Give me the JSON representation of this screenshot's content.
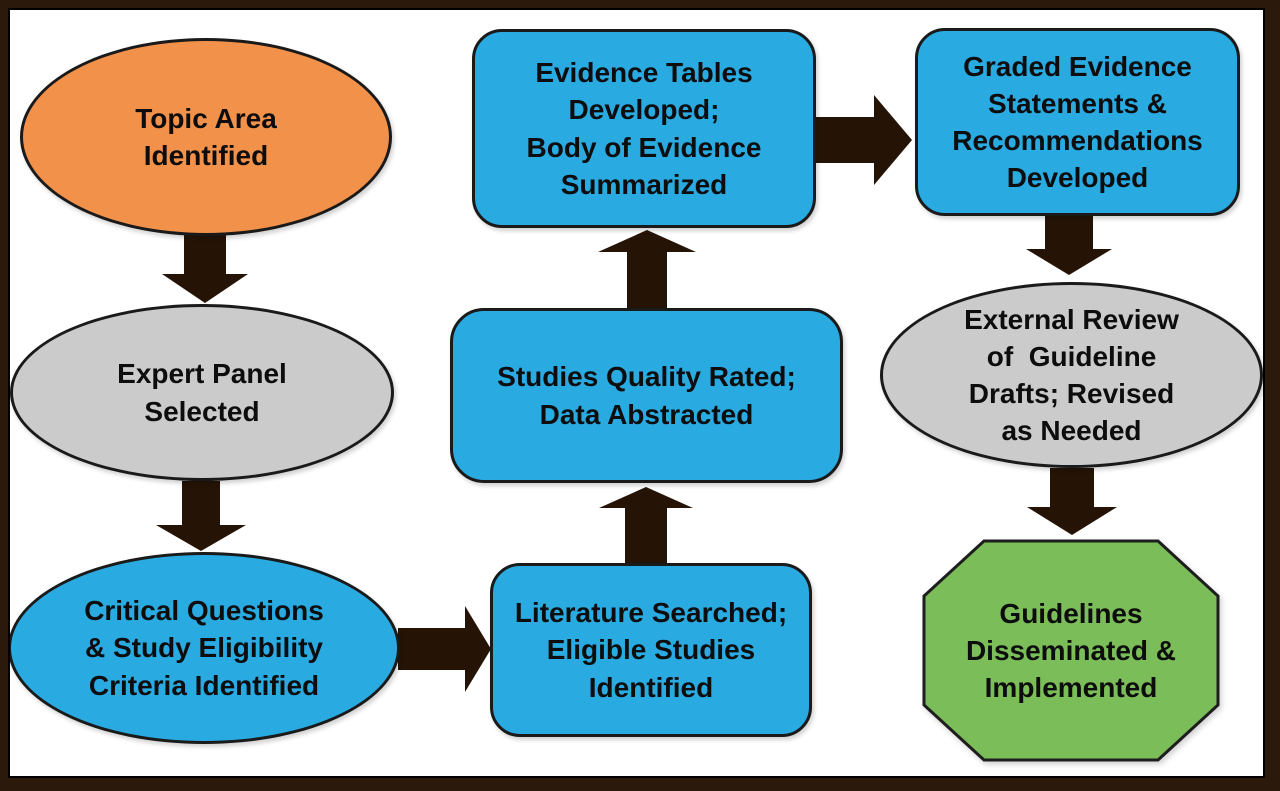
{
  "colors": {
    "arrow": "#251406",
    "frame": "#2B190C",
    "shape_outline": "#1A1A1A",
    "blue": "#29ABE2",
    "orange": "#F2914A",
    "gray": "#CBCBCB",
    "green": "#7BBD58",
    "background": "#FFFFFF",
    "text": "#0D0D0D"
  },
  "nodes": [
    {
      "id": "topic",
      "shape": "ellipse",
      "fill": "#F2914A",
      "text": "Topic Area\nIdentified"
    },
    {
      "id": "expert",
      "shape": "ellipse",
      "fill": "#CBCBCB",
      "text": "Expert Panel\nSelected"
    },
    {
      "id": "critical",
      "shape": "ellipse",
      "fill": "#29ABE2",
      "text": "Critical Questions\n& Study Eligibility\nCriteria Identified"
    },
    {
      "id": "literature",
      "shape": "roundrect",
      "fill": "#29ABE2",
      "text": "Literature Searched;\nEligible Studies\nIdentified"
    },
    {
      "id": "studies",
      "shape": "roundrect",
      "fill": "#29ABE2",
      "text": "Studies Quality Rated;\nData Abstracted"
    },
    {
      "id": "evidence",
      "shape": "roundrect",
      "fill": "#29ABE2",
      "text": "Evidence Tables\nDeveloped;\nBody of Evidence\nSummarized"
    },
    {
      "id": "graded",
      "shape": "roundrect",
      "fill": "#29ABE2",
      "text": "Graded Evidence\nStatements &\nRecommendations\nDeveloped"
    },
    {
      "id": "external",
      "shape": "ellipse",
      "fill": "#CBCBCB",
      "text": "External Review\nof  Guideline\nDrafts; Revised\nas Needed"
    },
    {
      "id": "guidelines",
      "shape": "octagon",
      "fill": "#7BBD58",
      "text": "Guidelines\nDisseminated &\nImplemented"
    }
  ],
  "connections": [
    {
      "from": "topic",
      "to": "expert",
      "direction": "down"
    },
    {
      "from": "expert",
      "to": "critical",
      "direction": "down"
    },
    {
      "from": "critical",
      "to": "literature",
      "direction": "right"
    },
    {
      "from": "literature",
      "to": "studies",
      "direction": "up"
    },
    {
      "from": "studies",
      "to": "evidence",
      "direction": "up"
    },
    {
      "from": "evidence",
      "to": "graded",
      "direction": "right"
    },
    {
      "from": "graded",
      "to": "external",
      "direction": "down"
    },
    {
      "from": "external",
      "to": "guidelines",
      "direction": "down"
    }
  ]
}
